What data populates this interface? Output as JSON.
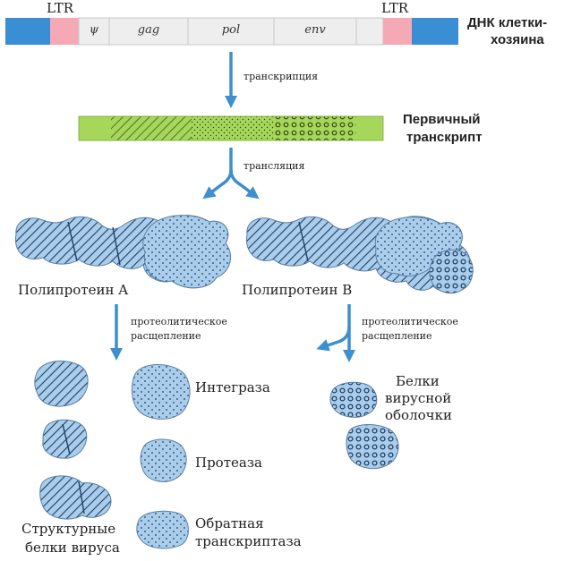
{
  "dna": {
    "ltr_left": "LTR",
    "ltr_right": "LTR",
    "psi": "ψ",
    "gag": "gag",
    "pol": "pol",
    "env": "env",
    "label_line1": "ДНК клетки-",
    "label_line2": "хозяина"
  },
  "steps": {
    "transcription": "транскрипция",
    "translation": "трансляция",
    "cleavage_a_line1": "протеолитическое",
    "cleavage_a_line2": "расщепление",
    "cleavage_b_line1": "протеолитическое",
    "cleavage_b_line2": "расщепление"
  },
  "transcript": {
    "label_line1": "Первичный",
    "label_line2": "транскрипт"
  },
  "polyproteins": {
    "a": "Полипротеин A",
    "b": "Полипротеин B"
  },
  "products": {
    "integrase": "Интеграза",
    "protease": "Протеаза",
    "rt_line1": "Обратная",
    "rt_line2": "транскриптаза",
    "structural_line1": "Структурные",
    "structural_line2": "белки вируса",
    "envelope_line1": "Белки",
    "envelope_line2": "вирусной",
    "envelope_line3": "оболочки"
  },
  "colors": {
    "ltr_blue": "#3a8fd4",
    "ltr_pink": "#f4a9b4",
    "transcript_green": "#a6d65a",
    "protein_fill": "#a9cdea",
    "arrow_blue": "#3e8fce"
  }
}
